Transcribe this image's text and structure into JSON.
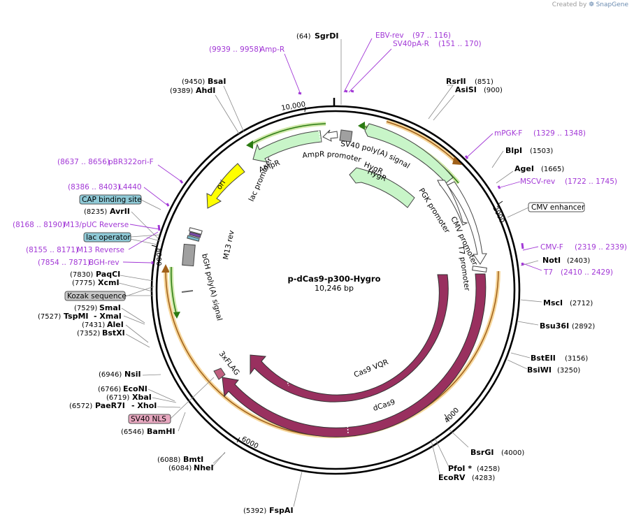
{
  "watermark": {
    "prefix": "Created by",
    "brand": "SnapGene"
  },
  "plasmid": {
    "name": "p-dCas9-p300-Hygro",
    "length_label": "10,246 bp",
    "length": 10246
  },
  "ticks": [
    "10,000",
    "2000",
    "4000",
    "6000",
    "8000"
  ],
  "restriction_sites": [
    {
      "name": "SgrDI",
      "pos": "(64)"
    },
    {
      "name": "RsrII",
      "pos": "(851)"
    },
    {
      "name": "AsiSI",
      "pos": "(900)"
    },
    {
      "name": "BlpI",
      "pos": "(1503)"
    },
    {
      "name": "AgeI",
      "pos": "(1665)"
    },
    {
      "name": "NotI",
      "pos": "(2403)"
    },
    {
      "name": "MscI",
      "pos": "(2712)"
    },
    {
      "name": "Bsu36I",
      "pos": "(2892)"
    },
    {
      "name": "BstEII",
      "pos": "(3156)"
    },
    {
      "name": "BsiWI",
      "pos": "(3250)"
    },
    {
      "name": "BsrGI",
      "pos": "(4000)"
    },
    {
      "name": "PfoI *",
      "pos": "(4258)"
    },
    {
      "name": "EcoRV",
      "pos": "(4283)"
    },
    {
      "name": "FspAI",
      "pos": "(5392)"
    },
    {
      "name": "BmtI",
      "pos": "(6088)"
    },
    {
      "name": "NheI",
      "pos": "(6084)"
    },
    {
      "name": "BamHI",
      "pos": "(6546)"
    },
    {
      "name": "PaeR7I",
      "pos": "(6572)",
      "extra": "- XhoI"
    },
    {
      "name": "XbaI",
      "pos": "(6719)"
    },
    {
      "name": "EcoNI",
      "pos": "(6766)"
    },
    {
      "name": "NsiI",
      "pos": "(6946)"
    },
    {
      "name": "BstXI",
      "pos": "(7352)"
    },
    {
      "name": "AleI",
      "pos": "(7431)"
    },
    {
      "name": "TspMI",
      "pos": "(7527)",
      "extra": "- XmaI"
    },
    {
      "name": "SmaI",
      "pos": "(7529)"
    },
    {
      "name": "XcmI",
      "pos": "(7775)"
    },
    {
      "name": "PaqCI",
      "pos": "(7830)"
    },
    {
      "name": "AvrII",
      "pos": "(8235)"
    },
    {
      "name": "AhdI",
      "pos": "(9389)"
    },
    {
      "name": "BsaI",
      "pos": "(9450)"
    }
  ],
  "primers": [
    {
      "name": "EBV-rev",
      "range": "(97 .. 116)"
    },
    {
      "name": "SV40pA-R",
      "range": "(151 .. 170)"
    },
    {
      "name": "Amp-R",
      "range": "(9939 .. 9958)"
    },
    {
      "name": "mPGK-F",
      "range": "(1329 .. 1348)"
    },
    {
      "name": "MSCV-rev",
      "range": "(1722 .. 1745)"
    },
    {
      "name": "CMV-F",
      "range": "(2319 .. 2339)"
    },
    {
      "name": "T7",
      "range": "(2410 .. 2429)"
    },
    {
      "name": "pBR322ori-F",
      "range": "(8637 .. 8656)"
    },
    {
      "name": "L4440",
      "range": "(8386 .. 8403)"
    },
    {
      "name": "M13/pUC Reverse",
      "range": "(8168 .. 8190)"
    },
    {
      "name": "M13 Reverse",
      "range": "(8155 .. 8171)"
    },
    {
      "name": "BGH-rev",
      "range": "(7854 .. 7871)"
    }
  ],
  "boxed_features": [
    {
      "name": "CMV enhancer",
      "color": "#ffffff"
    },
    {
      "name": "CAP binding site",
      "color": "#8ec9d6"
    },
    {
      "name": "lac operator",
      "color": "#8ec9d6"
    },
    {
      "name": "Kozak sequence",
      "color": "#c8c8c8"
    },
    {
      "name": "SV40 NLS",
      "color": "#e8a8c0"
    }
  ],
  "features": [
    {
      "name": "HygR",
      "color": "#c8f5c8"
    },
    {
      "name": "HygR",
      "color": "#c8f5c8"
    },
    {
      "name": "SV40 poly(A) signal",
      "color": "#a0a0a0"
    },
    {
      "name": "AmpR",
      "color": "#c8f5c8"
    },
    {
      "name": "AmpR promoter",
      "color": "#ffffff"
    },
    {
      "name": "ori",
      "color": "#ffff00"
    },
    {
      "name": "lac promoter",
      "color": "#ffffff"
    },
    {
      "name": "M13 rev",
      "color": "#ffffff"
    },
    {
      "name": "bGH poly(A) signal",
      "color": "#a0a0a0"
    },
    {
      "name": "PGK promoter",
      "color": "#ffffff"
    },
    {
      "name": "CMV promoter",
      "color": "#ffffff"
    },
    {
      "name": "T7 promoter",
      "color": "#ffffff"
    },
    {
      "name": "Cas9 VQR",
      "color": "#99305f"
    },
    {
      "name": "dCas9",
      "color": "#99305f"
    },
    {
      "name": "3xFLAG",
      "color": "#c06080"
    }
  ],
  "colors": {
    "backbone": "#000000",
    "cds": "#99305f",
    "marker": "#c8f5c8",
    "primer": "#a238d6",
    "orf": "#e8a23a"
  }
}
